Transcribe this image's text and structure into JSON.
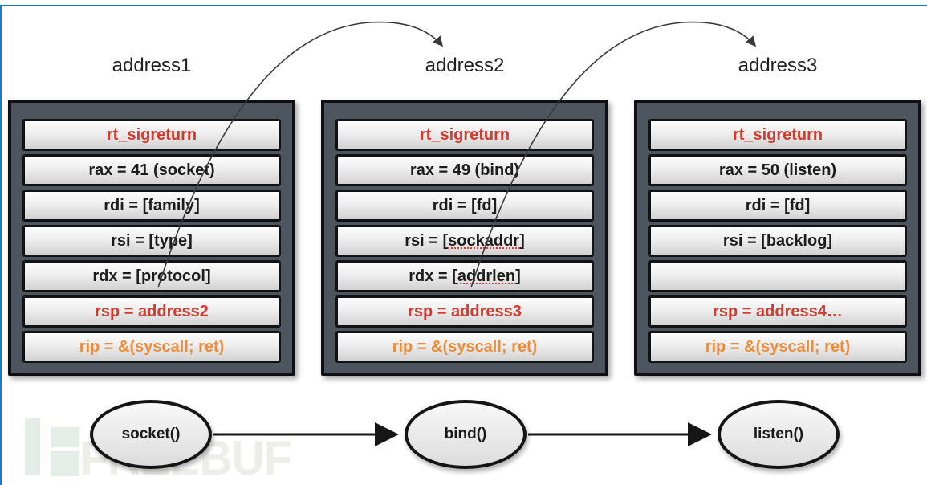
{
  "colors": {
    "accent_border": "#1480c2",
    "frame_bg": "#4d565f",
    "red": "#d23b2f",
    "orange": "#ee8c3a",
    "black": "#1c1c1c",
    "watermark_text": "#eeeee9",
    "watermark_logo": "#e2eee7",
    "arc_stroke": "#3a3a3a",
    "connector_stroke": "#161616"
  },
  "frames": [
    {
      "label": "address1",
      "node": "socket()",
      "rows": [
        {
          "text": "rt_sigreturn",
          "color": "red"
        },
        {
          "text": "rax = 41 (socket)",
          "color": "black"
        },
        {
          "text": "rdi = [family]",
          "color": "black"
        },
        {
          "text": "rsi = [type]",
          "color": "black"
        },
        {
          "text": "rdx = [protocol]",
          "color": "black"
        },
        {
          "text": "rsp = address2",
          "color": "red"
        },
        {
          "text": "rip = &(syscall; ret)",
          "color": "orange"
        }
      ]
    },
    {
      "label": "address2",
      "node": "bind()",
      "rows": [
        {
          "text": "rt_sigreturn",
          "color": "red"
        },
        {
          "text": "rax = 49 (bind)",
          "color": "black"
        },
        {
          "text": "rdi = [fd]",
          "color": "black"
        },
        {
          "parts": [
            {
              "t": "rsi = ["
            },
            {
              "t": "sockaddr",
              "u": true
            },
            {
              "t": "]"
            }
          ],
          "color": "black"
        },
        {
          "parts": [
            {
              "t": "rdx = ["
            },
            {
              "t": "addrlen",
              "u": true
            },
            {
              "t": "]"
            }
          ],
          "color": "black"
        },
        {
          "text": "rsp = address3",
          "color": "red"
        },
        {
          "text": "rip = &(syscall; ret)",
          "color": "orange"
        }
      ]
    },
    {
      "label": "address3",
      "node": "listen()",
      "rows": [
        {
          "text": "rt_sigreturn",
          "color": "red"
        },
        {
          "text": "rax = 50 (listen)",
          "color": "black"
        },
        {
          "text": "rdi = [fd]",
          "color": "black"
        },
        {
          "text": "rsi = [backlog]",
          "color": "black"
        },
        {
          "text": "",
          "color": "black"
        },
        {
          "text": "rsp = address4…",
          "color": "red"
        },
        {
          "text": "rip = &(syscall; ret)",
          "color": "orange"
        }
      ]
    }
  ],
  "watermark": {
    "text": "FREEBUF"
  }
}
